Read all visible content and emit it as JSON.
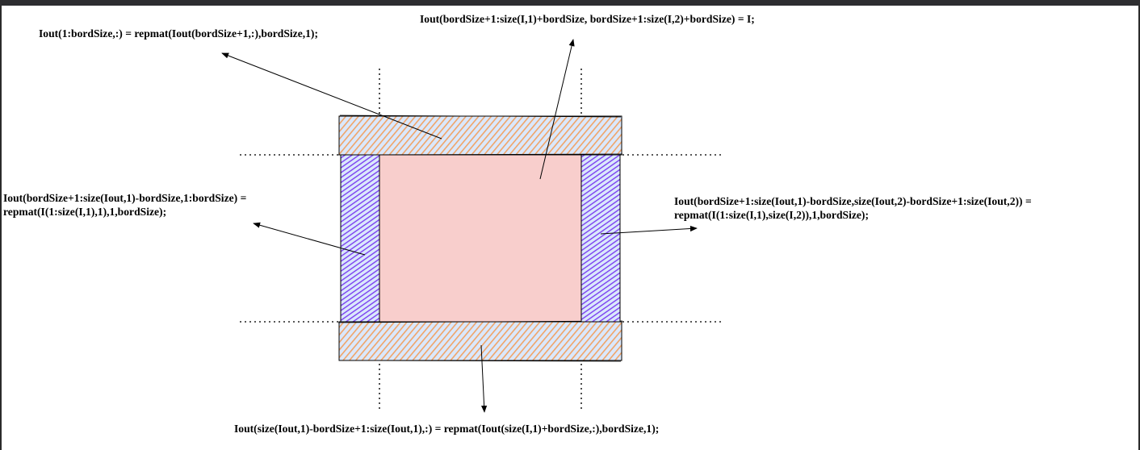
{
  "labels": {
    "top_fill": "Iout(1:bordSize,:) = repmat(Iout(bordSize+1,:),bordSize,1);",
    "center_copy": "Iout(bordSize+1:size(I,1)+bordSize, bordSize+1:size(I,2)+bordSize) = I;",
    "left_fill_line1": "Iout(bordSize+1:size(Iout,1)-bordSize,1:bordSize) =",
    "left_fill_line2": "repmat(I(1:size(I,1),1),1,bordSize);",
    "right_fill_line1": "Iout(bordSize+1:size(Iout,1)-bordSize,size(Iout,2)-bordSize+1:size(Iout,2)) =",
    "right_fill_line2": "repmat(I(1:size(I,1),size(I,2)),1,bordSize);",
    "bottom_fill": "Iout(size(Iout,1)-bordSize+1:size(Iout,1),:) = repmat(Iout(size(I,1)+bordSize,:),bordSize,1);"
  },
  "colors": {
    "background": "#ffffff",
    "window_chrome": "#2d2d30",
    "center_fill": "#f8cecc",
    "top_bottom_base": "#dae8fc",
    "top_bottom_hatch": "#f0a468",
    "side_base": "#dae8fc",
    "side_hatch": "#7b3ff0",
    "outline": "#000000"
  }
}
